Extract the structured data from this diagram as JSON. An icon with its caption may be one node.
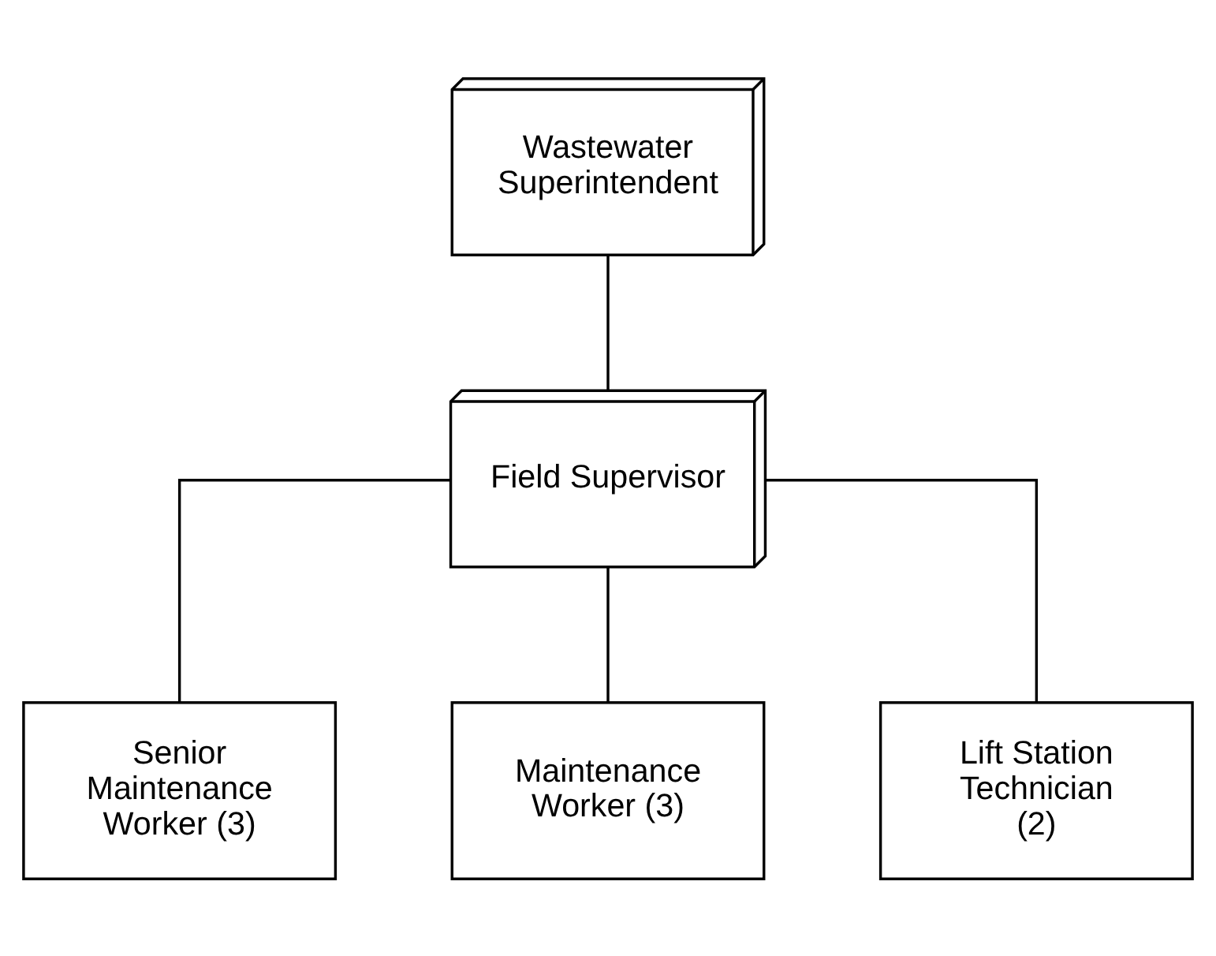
{
  "diagram": {
    "nodes": [
      {
        "text": [
          "Wastewater Superintendent"
        ]
      },
      {
        "text": [
          "Field Supervisor"
        ]
      },
      {
        "text": [
          "Senior Maintenance Worker (3)"
        ]
      },
      {
        "text": [
          "Maintenance Worker (3)"
        ]
      },
      {
        "text": [
          "Lift Station Technician (2)"
        ]
      }
    ],
    "edges": [
      {
        "from": 0,
        "to": 1,
        "arrow": "none"
      },
      {
        "from": 1,
        "to": 2,
        "arrow": "none"
      },
      {
        "from": 1,
        "to": 3,
        "arrow": "none"
      },
      {
        "from": 1,
        "to": 4,
        "arrow": "none"
      }
    ]
  }
}
